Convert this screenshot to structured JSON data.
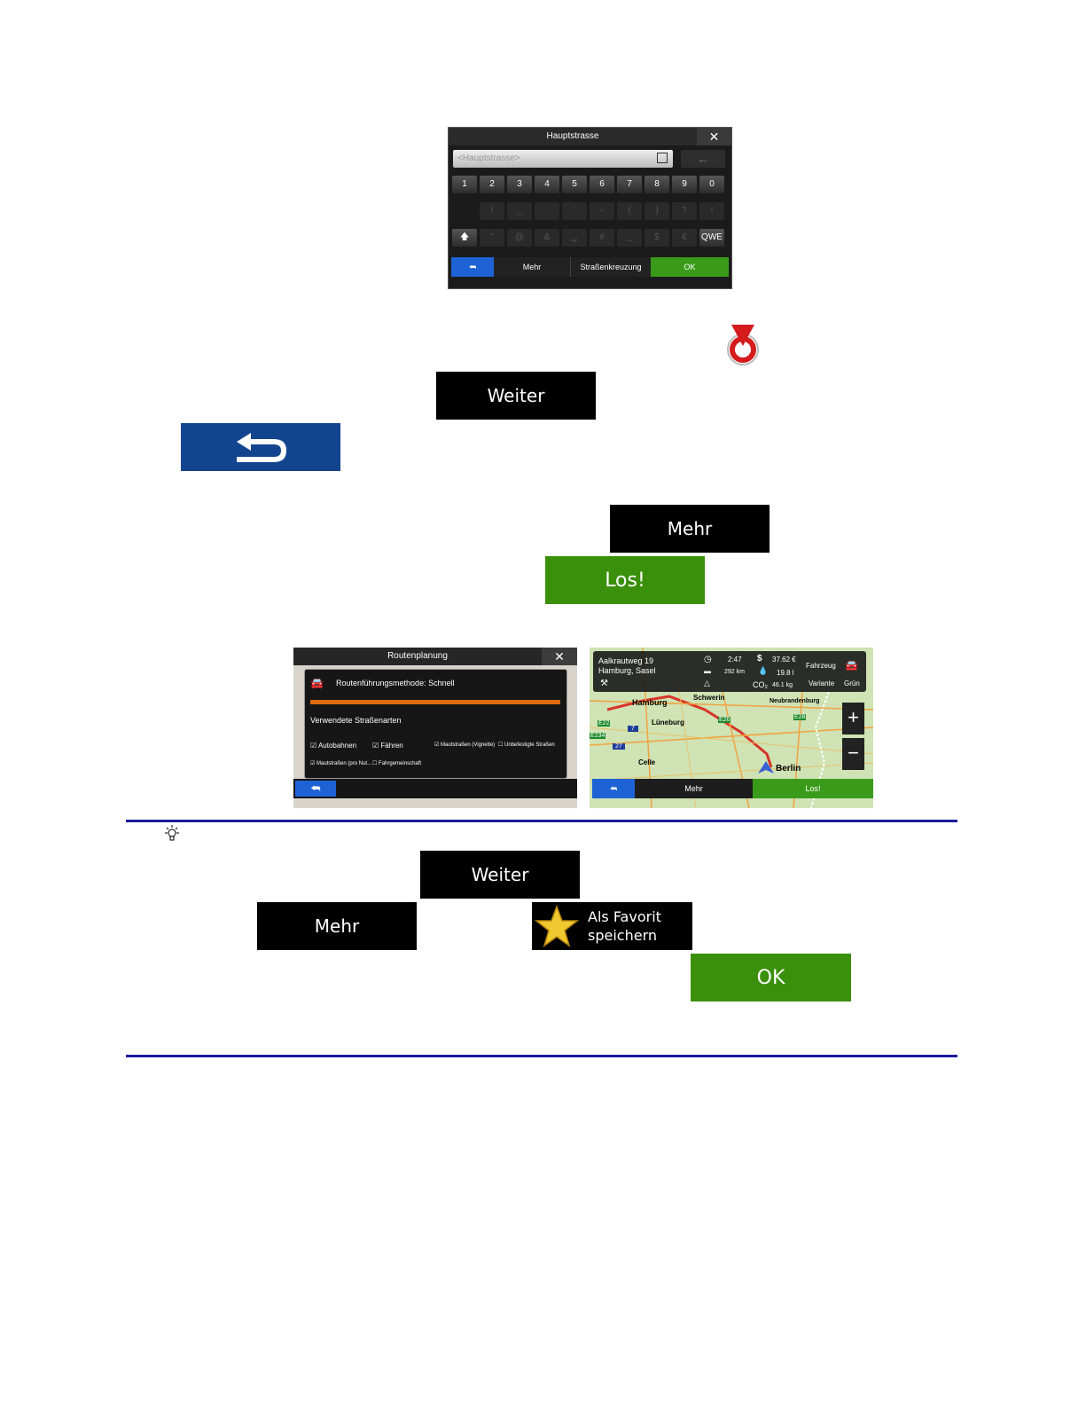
{
  "keyboard_screen": {
    "title": "Hauptstrasse",
    "close": "✕",
    "input_placeholder": "<Hauptstrasse>",
    "digits": [
      "1",
      "2",
      "3",
      "4",
      "5",
      "6",
      "7",
      "8",
      "9",
      "0"
    ],
    "symbols_row": [
      "/",
      "_",
      ".",
      "'",
      "-",
      "(",
      ")",
      "?",
      "!"
    ],
    "symbols_row2": [
      "\"",
      "@",
      "&",
      "␣",
      "#",
      "_",
      "$",
      "€"
    ],
    "qwe": "QWE",
    "more": "Mehr",
    "intersection": "Straßenkreuzung",
    "ok": "OK"
  },
  "buttons": {
    "weiter": "Weiter",
    "mehr": "Mehr",
    "los": "Los!",
    "weiter2": "Weiter",
    "mehr2": "Mehr",
    "als_favorit": "Als Favorit speichern",
    "ok": "OK"
  },
  "route_screen": {
    "title": "Routenplanung",
    "close": "✕",
    "method": "Routenführungsmethode: Schnell",
    "road_types": "Verwendete Straßenarten",
    "opt_autobahnen": "Autobahnen",
    "opt_faehren": "Fähren",
    "opt_maut_vignette": "Mautstraßen (Vignette)",
    "opt_unbefestigt": "Unbefestigte Straßen",
    "opt_maut_nutzung": "Mautstraßen (pro Nut...",
    "opt_fahrgemeinschaft": "Fahrgemeinschaft"
  },
  "map_screen": {
    "address_line1": "Aalkrautweg 19",
    "address_line2": "Hamburg, Sasel",
    "time": "2:47",
    "distance": "292 km",
    "cost": "37.62 €",
    "fuel": "19.8 l",
    "co2_label": "CO₂",
    "co2": "46.1 kg",
    "vehicle": "Fahrzeug",
    "variant": "Variante",
    "variant_value": "Grün",
    "city_hamburg": "Hamburg",
    "city_schwerin": "Schwerin",
    "city_neubrandenburg": "Neubrandenburg",
    "city_lueneburg": "Lüneburg",
    "city_celle": "Celle",
    "city_berlin": "Berlin",
    "road_e22": "E22",
    "road_e234": "E234",
    "road_e26": "E26",
    "road_e28": "E28",
    "road_7": "7",
    "road_27": "27",
    "more": "Mehr",
    "go": "Los!",
    "zoom_in": "+",
    "zoom_out": "−"
  },
  "colors": {
    "green_button": "#3a8f0b",
    "blue_button": "#13458f",
    "rule": "#1a1a9a"
  }
}
